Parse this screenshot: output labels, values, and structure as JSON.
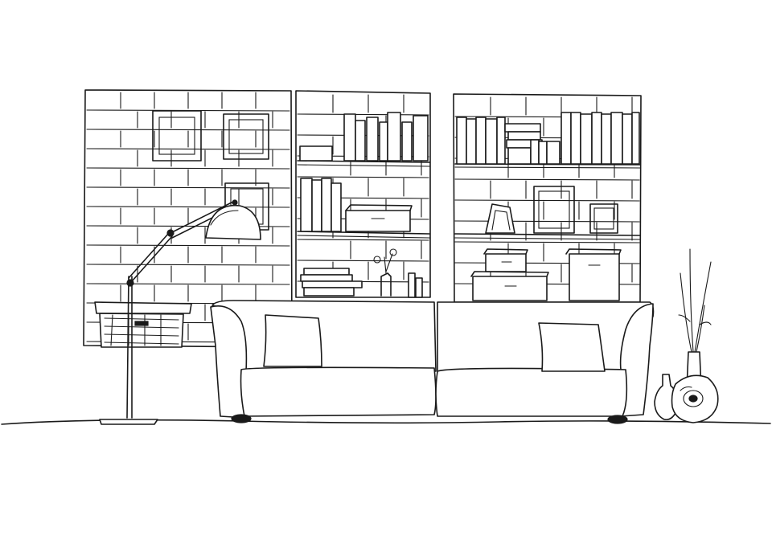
{
  "scene": {
    "background_color": "#ffffff",
    "ink_color": "#1a1a1a",
    "objects": [
      "brick-wall",
      "picture-frames",
      "bookshelf-left",
      "bookshelf-right",
      "floor-lamp",
      "storage-basket",
      "sofa",
      "cushions",
      "vase-with-branches",
      "decorative-vases"
    ]
  }
}
